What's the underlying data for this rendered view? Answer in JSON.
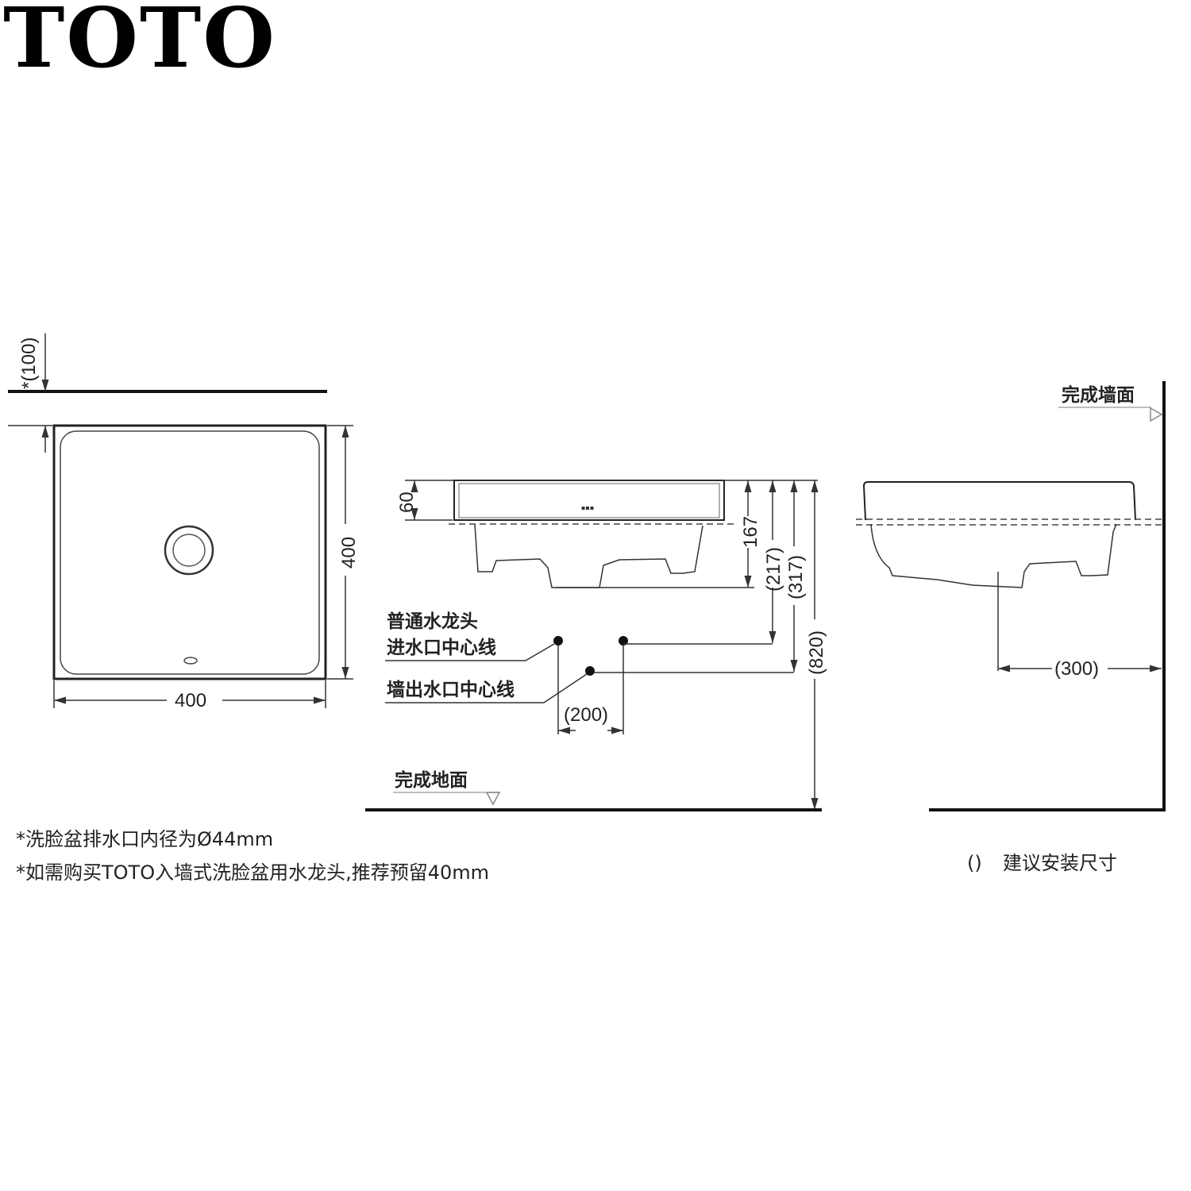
{
  "brand": {
    "logo": "TOTO"
  },
  "plan_view": {
    "top_offset": "*(100)",
    "height": "400",
    "width": "400"
  },
  "front_view": {
    "rim_height": "60",
    "bowl_depth": "167",
    "inlet_height": "(217)",
    "outlet_height": "(317)",
    "counter_height": "(820)",
    "pipe_spacing": "(200)",
    "faucet_inlet_label_1": "普通水龙头",
    "faucet_inlet_label_2": "进水口中心线",
    "wall_outlet_label": "墙出水口中心线",
    "floor_label": "完成地面"
  },
  "side_view": {
    "wall_label": "完成墙面",
    "wall_distance": "(300)"
  },
  "notes": [
    "*洗脸盆排水口内径为Ø44mm",
    "*如需购买TOTO入墙式洗脸盆用水龙头,推荐预留40mm"
  ],
  "legend": {
    "symbol": "()",
    "text": "建议安装尺寸"
  }
}
